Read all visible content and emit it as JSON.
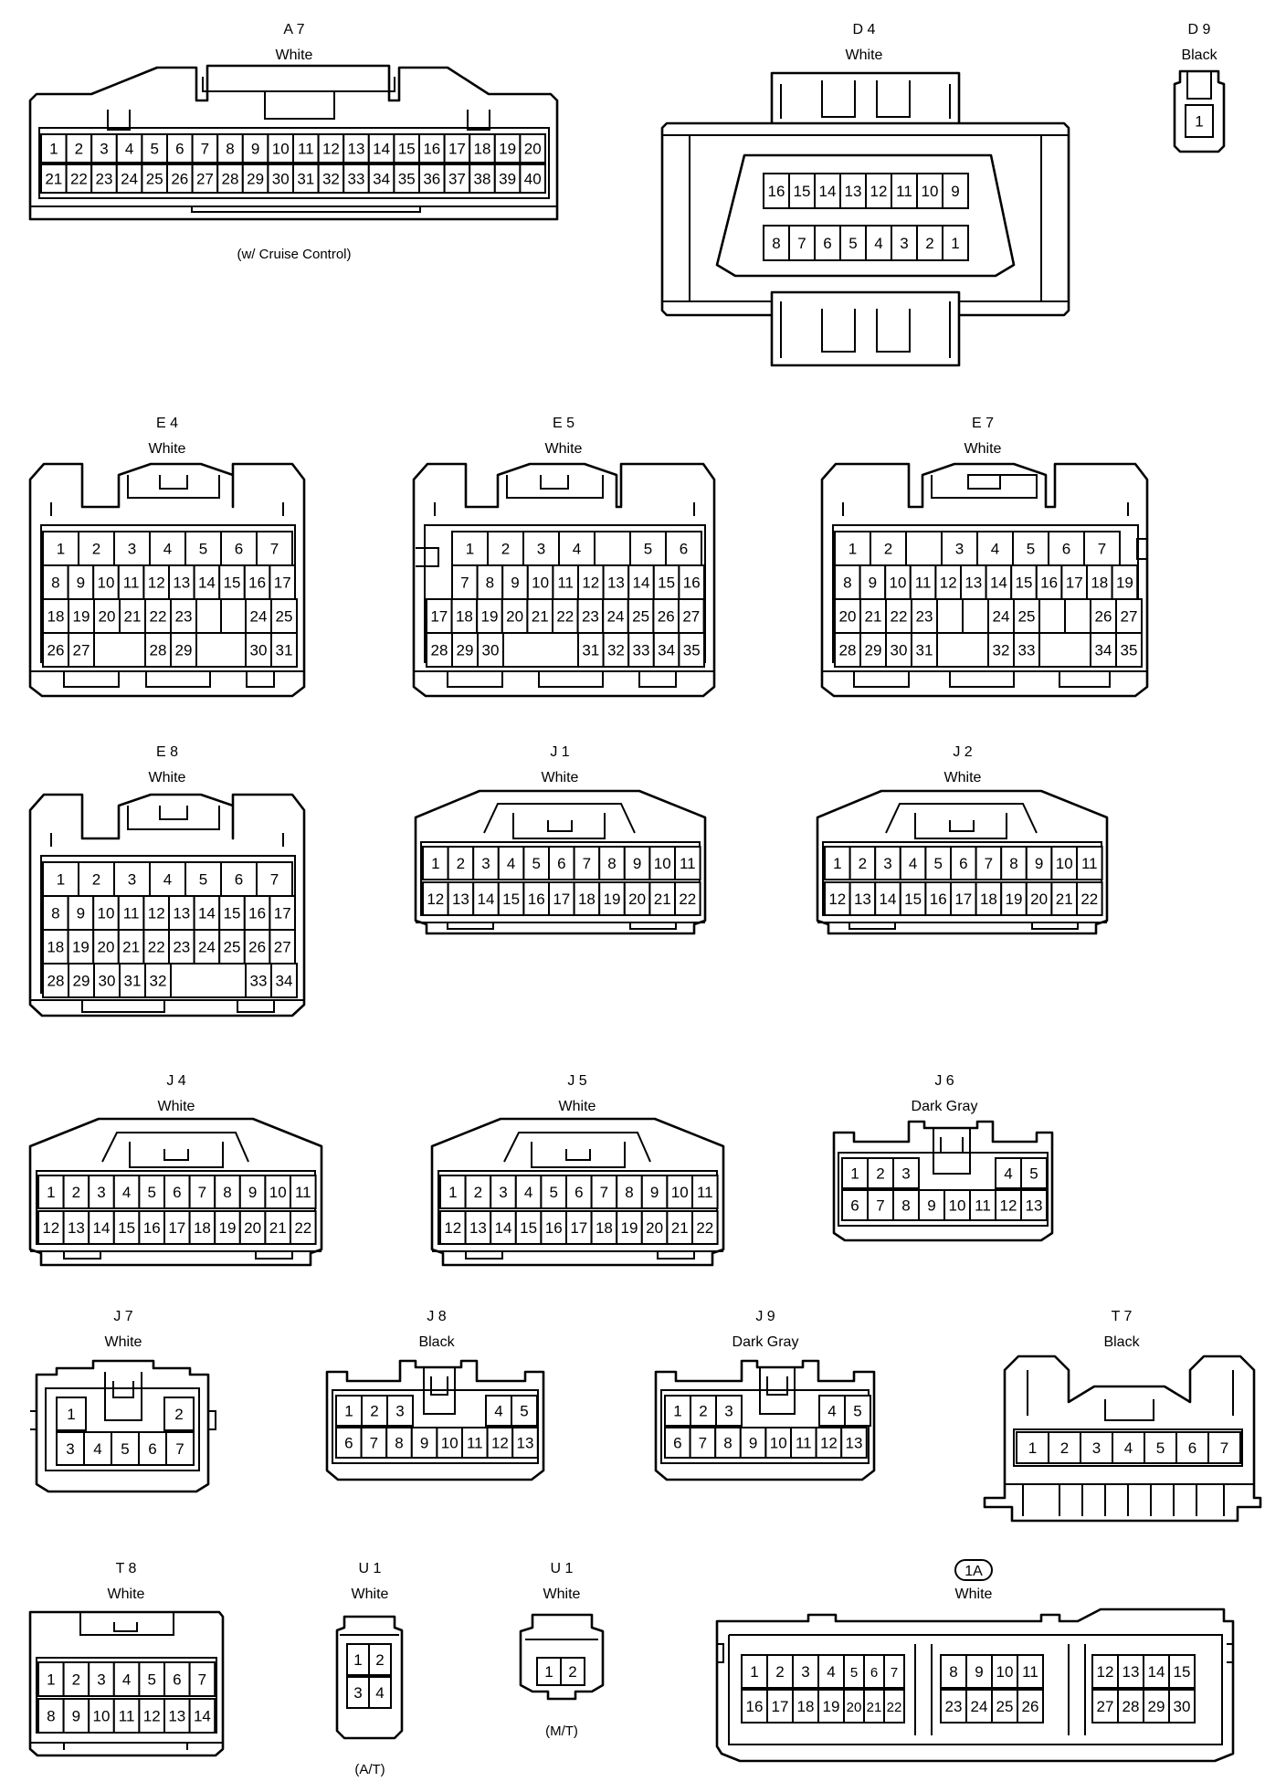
{
  "connectors": [
    {
      "id": "A7",
      "code": "A 7",
      "color": "White",
      "note": "(w/ Cruise Control)",
      "rows": [
        [
          "1",
          "2",
          "3",
          "4",
          "5",
          "6",
          "7",
          "8",
          "9",
          "10",
          "11",
          "12",
          "13",
          "14",
          "15",
          "16",
          "17",
          "18",
          "19",
          "20"
        ],
        [
          "21",
          "22",
          "23",
          "24",
          "25",
          "26",
          "27",
          "28",
          "29",
          "30",
          "31",
          "32",
          "33",
          "34",
          "35",
          "36",
          "37",
          "38",
          "39",
          "40"
        ]
      ]
    },
    {
      "id": "D4",
      "code": "D 4",
      "color": "White",
      "note": "",
      "rows": [
        [
          "16",
          "15",
          "14",
          "13",
          "12",
          "11",
          "10",
          "9"
        ],
        [
          "8",
          "7",
          "6",
          "5",
          "4",
          "3",
          "2",
          "1"
        ]
      ]
    },
    {
      "id": "D9",
      "code": "D 9",
      "color": "Black",
      "note": "",
      "rows": [
        [
          "1"
        ]
      ]
    },
    {
      "id": "E4",
      "code": "E 4",
      "color": "White",
      "note": "",
      "rows": [
        [
          "1",
          "2",
          "3",
          "4",
          "5",
          "6",
          "7"
        ],
        [
          "8",
          "9",
          "10",
          "11",
          "12",
          "13",
          "14",
          "15",
          "16",
          "17"
        ],
        [
          "18",
          "19",
          "20",
          "21",
          "22",
          "23",
          "",
          "24",
          "25"
        ],
        [
          "26",
          "27",
          "",
          "28",
          "29",
          "",
          "30",
          "31"
        ]
      ]
    },
    {
      "id": "E5",
      "code": "E 5",
      "color": "White",
      "note": "",
      "rows": [
        [
          "",
          "1",
          "2",
          "3",
          "4",
          "",
          "5",
          "6"
        ],
        [
          "",
          "7",
          "8",
          "9",
          "10",
          "11",
          "12",
          "13",
          "14",
          "15",
          "16"
        ],
        [
          "17",
          "18",
          "19",
          "20",
          "21",
          "22",
          "23",
          "24",
          "25",
          "26",
          "27"
        ],
        [
          "28",
          "29",
          "30",
          "",
          "31",
          "32",
          "33",
          "34",
          "35"
        ]
      ]
    },
    {
      "id": "E7",
      "code": "E 7",
      "color": "White",
      "note": "",
      "rows": [
        [
          "1",
          "2",
          "",
          "3",
          "4",
          "5",
          "6",
          "7"
        ],
        [
          "8",
          "9",
          "10",
          "11",
          "12",
          "13",
          "14",
          "15",
          "16",
          "17",
          "18",
          "19"
        ],
        [
          "20",
          "21",
          "22",
          "23",
          "",
          "24",
          "25",
          "",
          "26",
          "27"
        ],
        [
          "28",
          "29",
          "30",
          "31",
          "",
          "32",
          "33",
          "",
          "34",
          "35"
        ]
      ]
    },
    {
      "id": "E8",
      "code": "E 8",
      "color": "White",
      "note": "",
      "rows": [
        [
          "1",
          "2",
          "3",
          "4",
          "5",
          "6",
          "7"
        ],
        [
          "8",
          "9",
          "10",
          "11",
          "12",
          "13",
          "14",
          "15",
          "16",
          "17"
        ],
        [
          "18",
          "19",
          "20",
          "21",
          "22",
          "23",
          "24",
          "25",
          "26",
          "27"
        ],
        [
          "28",
          "29",
          "30",
          "31",
          "32",
          "",
          "33",
          "34"
        ]
      ]
    },
    {
      "id": "J1",
      "code": "J 1",
      "color": "White",
      "note": "",
      "rows": [
        [
          "1",
          "2",
          "3",
          "4",
          "5",
          "6",
          "7",
          "8",
          "9",
          "10",
          "11"
        ],
        [
          "12",
          "13",
          "14",
          "15",
          "16",
          "17",
          "18",
          "19",
          "20",
          "21",
          "22"
        ]
      ]
    },
    {
      "id": "J2",
      "code": "J 2",
      "color": "White",
      "note": "",
      "rows": [
        [
          "1",
          "2",
          "3",
          "4",
          "5",
          "6",
          "7",
          "8",
          "9",
          "10",
          "11"
        ],
        [
          "12",
          "13",
          "14",
          "15",
          "16",
          "17",
          "18",
          "19",
          "20",
          "21",
          "22"
        ]
      ]
    },
    {
      "id": "J4",
      "code": "J 4",
      "color": "White",
      "note": "",
      "rows": [
        [
          "1",
          "2",
          "3",
          "4",
          "5",
          "6",
          "7",
          "8",
          "9",
          "10",
          "11"
        ],
        [
          "12",
          "13",
          "14",
          "15",
          "16",
          "17",
          "18",
          "19",
          "20",
          "21",
          "22"
        ]
      ]
    },
    {
      "id": "J5",
      "code": "J 5",
      "color": "White",
      "note": "",
      "rows": [
        [
          "1",
          "2",
          "3",
          "4",
          "5",
          "6",
          "7",
          "8",
          "9",
          "10",
          "11"
        ],
        [
          "12",
          "13",
          "14",
          "15",
          "16",
          "17",
          "18",
          "19",
          "20",
          "21",
          "22"
        ]
      ]
    },
    {
      "id": "J6",
      "code": "J 6",
      "color": "Dark Gray",
      "note": "",
      "rows": [
        [
          "1",
          "2",
          "3",
          "",
          "4",
          "5"
        ],
        [
          "6",
          "7",
          "8",
          "9",
          "10",
          "11",
          "12",
          "13"
        ]
      ]
    },
    {
      "id": "J7",
      "code": "J 7",
      "color": "White",
      "note": "",
      "rows": [
        [
          "1",
          "2"
        ],
        [
          "3",
          "4",
          "5",
          "6",
          "7"
        ]
      ]
    },
    {
      "id": "J8",
      "code": "J 8",
      "color": "Black",
      "note": "",
      "rows": [
        [
          "1",
          "2",
          "3",
          "",
          "4",
          "5"
        ],
        [
          "6",
          "7",
          "8",
          "9",
          "10",
          "11",
          "12",
          "13"
        ]
      ]
    },
    {
      "id": "J9",
      "code": "J 9",
      "color": "Dark Gray",
      "note": "",
      "rows": [
        [
          "1",
          "2",
          "3",
          "",
          "4",
          "5"
        ],
        [
          "6",
          "7",
          "8",
          "9",
          "10",
          "11",
          "12",
          "13"
        ]
      ]
    },
    {
      "id": "T7",
      "code": "T 7",
      "color": "Black",
      "note": "",
      "rows": [
        [
          "1",
          "2",
          "3",
          "4",
          "5",
          "6",
          "7"
        ]
      ]
    },
    {
      "id": "T8",
      "code": "T 8",
      "color": "White",
      "note": "",
      "rows": [
        [
          "1",
          "2",
          "3",
          "4",
          "5",
          "6",
          "7"
        ],
        [
          "8",
          "9",
          "10",
          "11",
          "12",
          "13",
          "14"
        ]
      ]
    },
    {
      "id": "U1AT",
      "code": "U 1",
      "color": "White",
      "note": "(A/T)",
      "rows": [
        [
          "1",
          "2"
        ],
        [
          "3",
          "4"
        ]
      ]
    },
    {
      "id": "U1MT",
      "code": "U 1",
      "color": "White",
      "note": "(M/T)",
      "rows": [
        [
          "1",
          "2"
        ]
      ]
    },
    {
      "id": "1A",
      "code": "1A",
      "color": "White",
      "note": "",
      "rows": [
        [
          "1",
          "2",
          "3",
          "4",
          "5",
          "6",
          "7",
          "8",
          "9",
          "10",
          "11",
          "12",
          "13",
          "14",
          "15"
        ],
        [
          "16",
          "17",
          "18",
          "19",
          "20",
          "21",
          "22",
          "23",
          "24",
          "25",
          "26",
          "27",
          "28",
          "29",
          "30"
        ]
      ]
    }
  ]
}
